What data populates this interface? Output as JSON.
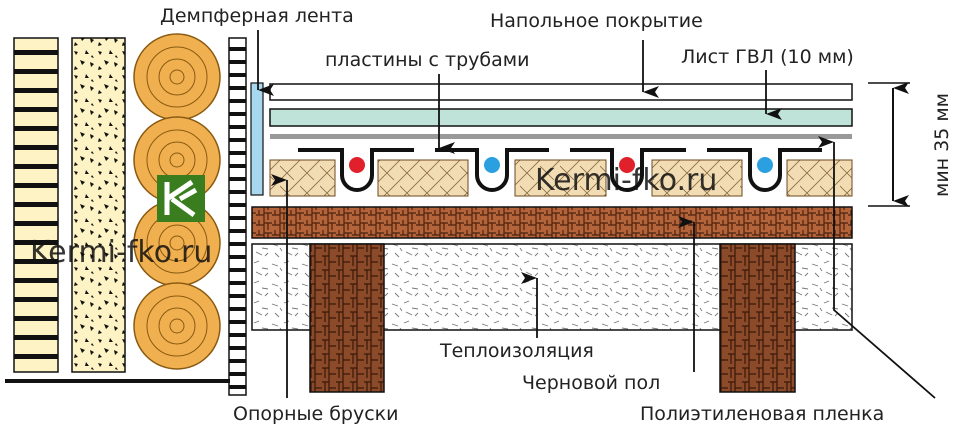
{
  "labels": {
    "damper_tape": "Демпферная лента",
    "floor_covering": "Напольное покрытие",
    "pipe_plates": "пластины с трубами",
    "gvl_sheet": "Лист ГВЛ (10 мм)",
    "thickness": "мин 35 мм",
    "insulation": "Теплоизоляция",
    "subfloor": "Черновой пол",
    "support_bars": "Опорные бруски",
    "poly_film": "Полиэтиленовая пленка"
  },
  "watermark": "Kermi-fko.ru",
  "logo_letter": "K",
  "colors": {
    "hot_pipe": "#e0202a",
    "cold_pipe": "#2aa0e0",
    "log": "#f0b050",
    "gvl": "#bfe3d8",
    "damper": "#a8d8f0",
    "subfloor": "#b5643a",
    "joist": "#8b4a2a",
    "logo": "#3a7d1e"
  }
}
